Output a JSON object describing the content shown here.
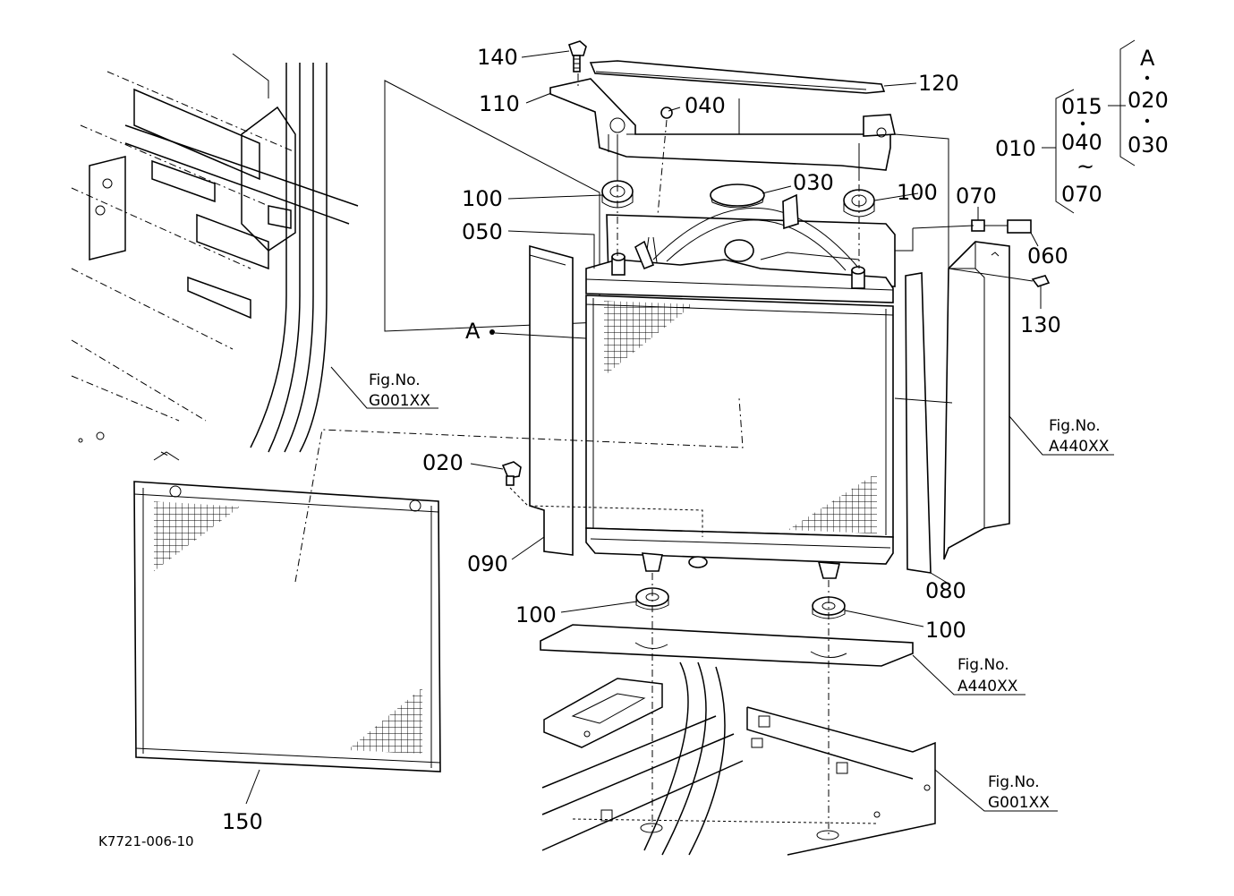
{
  "labels": {
    "p140": "140",
    "p110": "110",
    "p040": "040",
    "p120": "120",
    "p100a": "100",
    "p030": "030",
    "p100b": "100",
    "p070": "070",
    "p050": "050",
    "p060": "060",
    "p130": "130",
    "pA": "A",
    "p020": "020",
    "p090": "090",
    "p080": "080",
    "p100c": "100",
    "p100d": "100",
    "p150": "150"
  },
  "legend": {
    "head": "A",
    "a020": "020",
    "a030": "030",
    "b015": "015",
    "b040": "040",
    "tilde": "~",
    "b070": "070",
    "root": "010"
  },
  "figrefs": [
    {
      "title": "Fig.No.",
      "code": "G001XX"
    },
    {
      "title": "Fig.No.",
      "code": "A440XX"
    },
    {
      "title": "Fig.No.",
      "code": "A440XX"
    },
    {
      "title": "Fig.No.",
      "code": "G001XX"
    }
  ],
  "drawing_code": "K7721-006-10"
}
